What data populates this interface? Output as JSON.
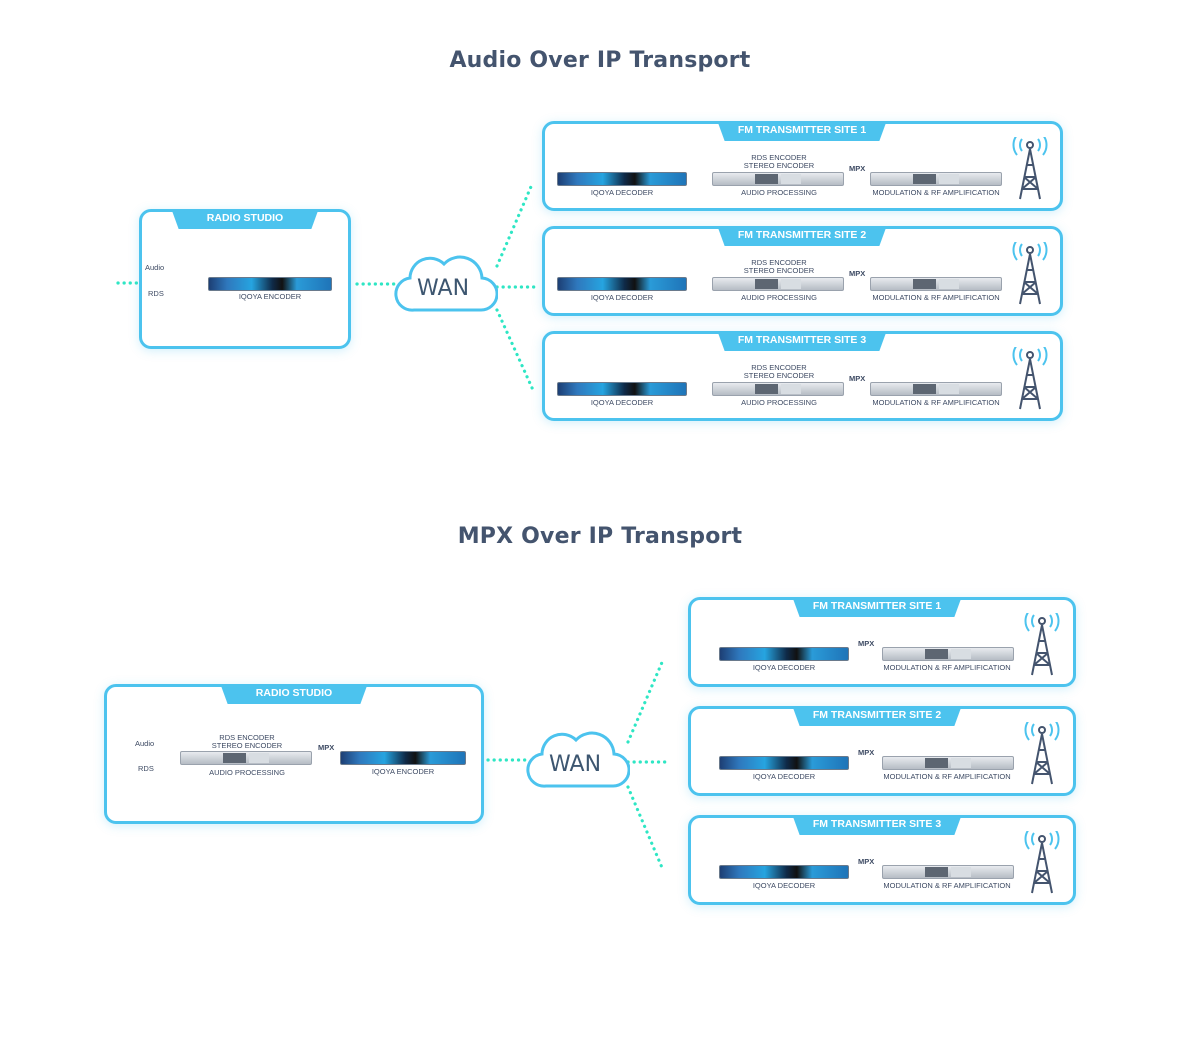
{
  "diagram1": {
    "title": "Audio Over IP Transport",
    "studio": {
      "tab": "RADIO STUDIO",
      "input_audio": "Audio",
      "input_rds": "RDS",
      "encoder": "IQOYA ENCODER"
    },
    "wan": "WAN",
    "sites": [
      {
        "tab": "FM TRANSMITTER SITE 1",
        "decoder": "IQOYA DECODER",
        "rds_line1": "RDS ENCODER",
        "rds_line2": "STEREO ENCODER",
        "processing": "AUDIO PROCESSING",
        "mpx": "MPX",
        "modulation": "MODULATION & RF AMPLIFICATION"
      },
      {
        "tab": "FM TRANSMITTER SITE 2",
        "decoder": "IQOYA DECODER",
        "rds_line1": "RDS ENCODER",
        "rds_line2": "STEREO ENCODER",
        "processing": "AUDIO PROCESSING",
        "mpx": "MPX",
        "modulation": "MODULATION & RF AMPLIFICATION"
      },
      {
        "tab": "FM TRANSMITTER SITE 3",
        "decoder": "IQOYA DECODER",
        "rds_line1": "RDS ENCODER",
        "rds_line2": "STEREO ENCODER",
        "processing": "AUDIO PROCESSING",
        "mpx": "MPX",
        "modulation": "MODULATION & RF AMPLIFICATION"
      }
    ]
  },
  "diagram2": {
    "title": "MPX Over IP Transport",
    "studio": {
      "tab": "RADIO STUDIO",
      "input_audio": "Audio",
      "input_rds": "RDS",
      "rds_line1": "RDS ENCODER",
      "rds_line2": "STEREO ENCODER",
      "processing": "AUDIO PROCESSING",
      "mpx": "MPX",
      "encoder": "IQOYA ENCODER"
    },
    "wan": "WAN",
    "sites": [
      {
        "tab": "FM TRANSMITTER SITE 1",
        "decoder": "IQOYA DECODER",
        "mpx": "MPX",
        "modulation": "MODULATION & RF AMPLIFICATION"
      },
      {
        "tab": "FM TRANSMITTER SITE 2",
        "decoder": "IQOYA DECODER",
        "mpx": "MPX",
        "modulation": "MODULATION & RF AMPLIFICATION"
      },
      {
        "tab": "FM TRANSMITTER SITE 3",
        "decoder": "IQOYA DECODER",
        "mpx": "MPX",
        "modulation": "MODULATION & RF AMPLIFICATION"
      }
    ]
  },
  "colors": {
    "accent": "#4cc3ee",
    "connector": "#2ee6c4",
    "text": "#3d4a63"
  }
}
